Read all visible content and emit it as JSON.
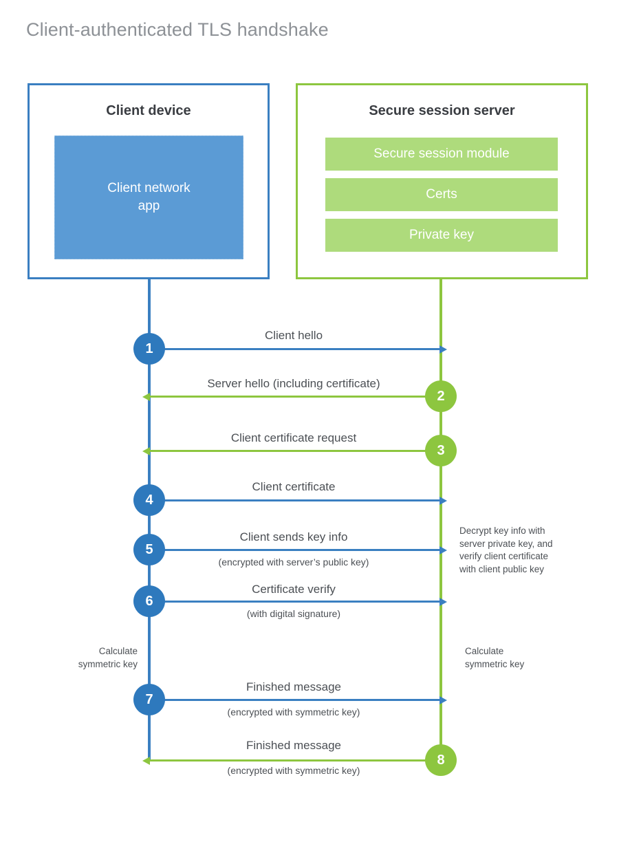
{
  "title": "Client-authenticated TLS handshake",
  "colors": {
    "client_blue": "#3a7fc1",
    "client_app_fill": "#5b9bd5",
    "server_green": "#8dc63f",
    "server_bar_fill": "#aedb7c",
    "step_blue": "#2e79bd",
    "text_dark": "#3a3d42",
    "text_body": "#4b4f54",
    "title_gray": "#8d9196"
  },
  "client": {
    "title": "Client device",
    "app_label": "Client network\napp",
    "app_label_line1": "Client network",
    "app_label_line2": "app"
  },
  "server": {
    "title": "Secure session server",
    "components": [
      {
        "label": "Secure session module"
      },
      {
        "label": "Certs"
      },
      {
        "label": "Private key"
      }
    ]
  },
  "steps": [
    {
      "number": "1",
      "label": "Client hello",
      "sublabel": "",
      "direction": "client-to-server",
      "side": "client"
    },
    {
      "number": "2",
      "label": "Server hello (including certificate)",
      "sublabel": "",
      "direction": "server-to-client",
      "side": "server"
    },
    {
      "number": "3",
      "label": "Client certificate request",
      "sublabel": "",
      "direction": "server-to-client",
      "side": "server"
    },
    {
      "number": "4",
      "label": "Client certificate",
      "sublabel": "",
      "direction": "client-to-server",
      "side": "client"
    },
    {
      "number": "5",
      "label": "Client sends key info",
      "sublabel": "(encrypted with server’s public key)",
      "direction": "client-to-server",
      "side": "client"
    },
    {
      "number": "6",
      "label": "Certificate verify",
      "sublabel": "(with digital signature)",
      "direction": "client-to-server",
      "side": "client"
    },
    {
      "number": "7",
      "label": "Finished message",
      "sublabel": "(encrypted with symmetric key)",
      "direction": "client-to-server",
      "side": "client"
    },
    {
      "number": "8",
      "label": "Finished message",
      "sublabel": "(encrypted with symmetric key)",
      "direction": "server-to-client",
      "side": "server"
    }
  ],
  "notes": {
    "server_decrypt": {
      "line1": "Decrypt key info with",
      "line2": "server private key, and",
      "line3": "verify client certificate",
      "line4": "with client public key"
    },
    "client_calc": {
      "line1": "Calculate",
      "line2": "symmetric key"
    },
    "server_calc": {
      "line1": "Calculate",
      "line2": "symmetric key"
    }
  }
}
